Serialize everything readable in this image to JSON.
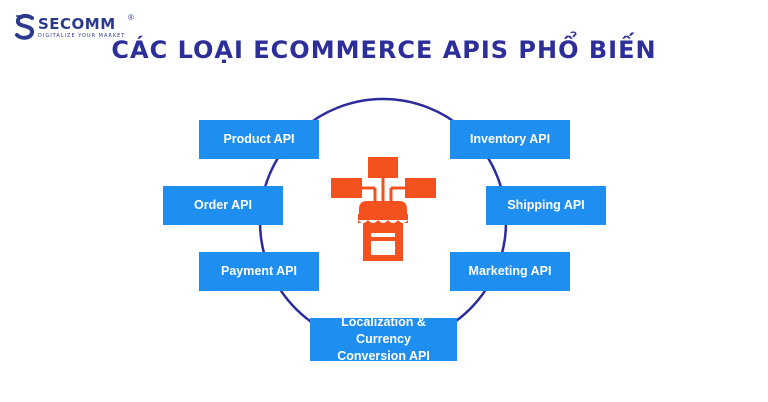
{
  "logo": {
    "name": "SECOMM",
    "registered": "®",
    "tagline": "DIGITALIZE YOUR MARKET",
    "color": "#2b3a8c"
  },
  "title": "CÁC LOẠI ECOMMERCE APIS PHỔ BIẾN",
  "colors": {
    "title": "#2c2e9a",
    "ring": "#2a2b9c",
    "card": "#1e8ff0",
    "icon": "#f4511e"
  },
  "center_icon": "storefront-network-icon",
  "apis": {
    "product": "Product API",
    "inventory": "Inventory API",
    "order": "Order API",
    "shipping": "Shipping API",
    "payment": "Payment API",
    "marketing": "Marketing API",
    "localization_line1": "Localization & Currency",
    "localization_line2": "Conversion API"
  }
}
